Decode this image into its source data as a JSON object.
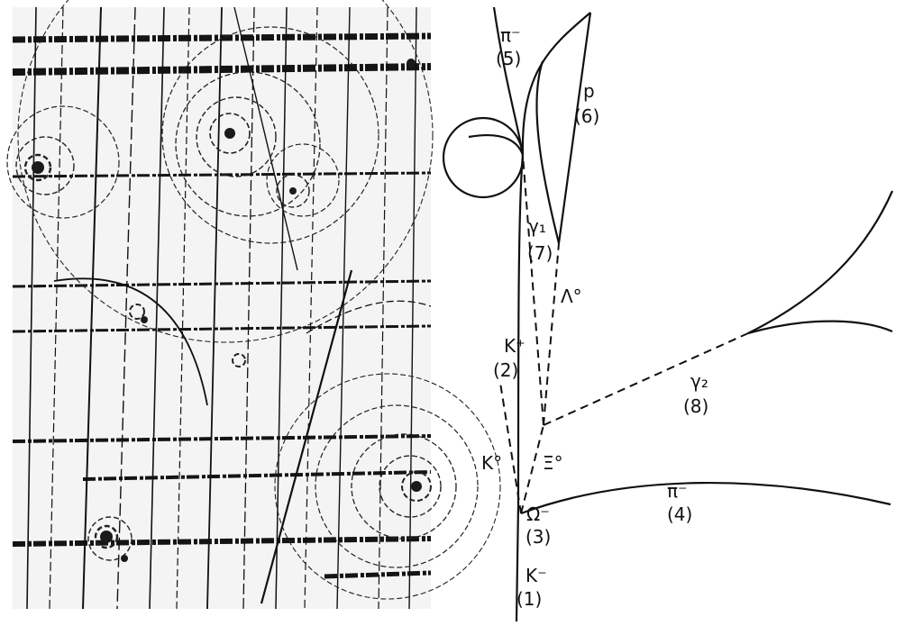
{
  "labels": {
    "pi_minus_5_particle": "π⁻",
    "pi_minus_5_index": "(5)",
    "proton_particle": "p",
    "proton_index": "(6)",
    "gamma1_particle": "γ₁",
    "gamma1_index": "(7)",
    "lambda0_particle": "Λ°",
    "kplus_particle": "K⁺",
    "kplus_index": "(2)",
    "gamma2_particle": "γ₂",
    "gamma2_index": "(8)",
    "k0_particle": "K°",
    "xi0_particle": "Ξ°",
    "pi_minus_4_particle": "π⁻",
    "pi_minus_4_index": "(4)",
    "omega_particle": "Ω⁻",
    "omega_index": "(3)",
    "kminus_particle": "K⁻",
    "kminus_index": "(1)"
  }
}
